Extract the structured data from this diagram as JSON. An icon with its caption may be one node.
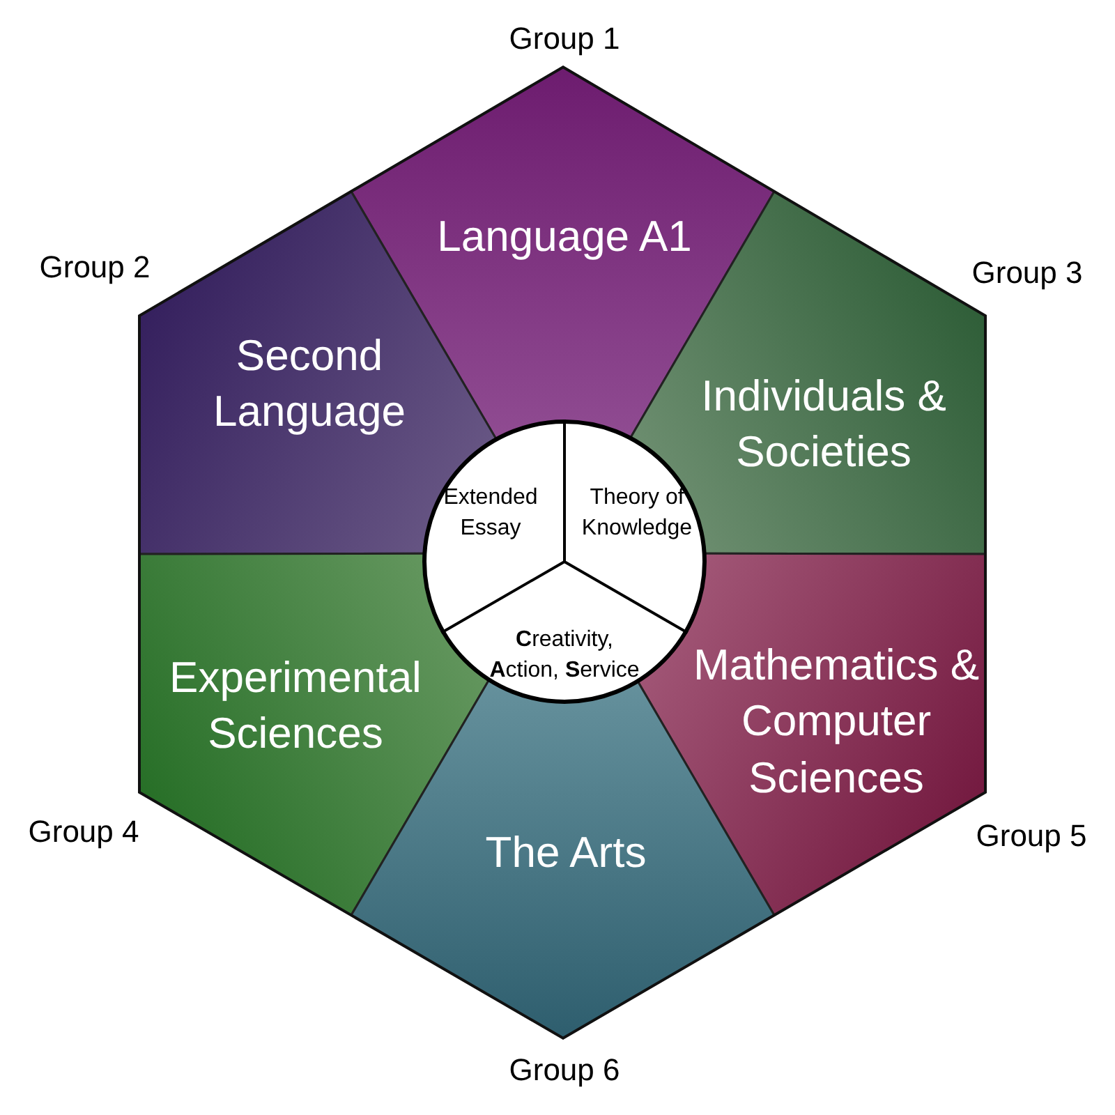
{
  "diagram": {
    "nodes": [
      {
        "text": [
          "Language A1"
        ]
      },
      {
        "text": [
          "Second Language"
        ]
      },
      {
        "text": [
          "Individuals & Societies"
        ]
      },
      {
        "text": [
          "Experimental Sciences"
        ]
      },
      {
        "text": [
          "Mathematics & Computer Sciences"
        ]
      },
      {
        "text": [
          "The Arts"
        ]
      },
      {
        "text": [],
        "shape": "circle"
      },
      {
        "text": [
          "Extended Essay"
        ],
        "in": 6
      },
      {
        "text": [
          "Theory of Knowledge"
        ],
        "in": 6
      },
      {
        "text": [
          "**C**reativity, **A**ction, **S**ervice"
        ],
        "in": 6
      }
    ],
    "edges": [],
    "labels": [
      "Group 1",
      "Group 2",
      "Group 3",
      "Group 4",
      "Group 5",
      "Group 6"
    ]
  }
}
